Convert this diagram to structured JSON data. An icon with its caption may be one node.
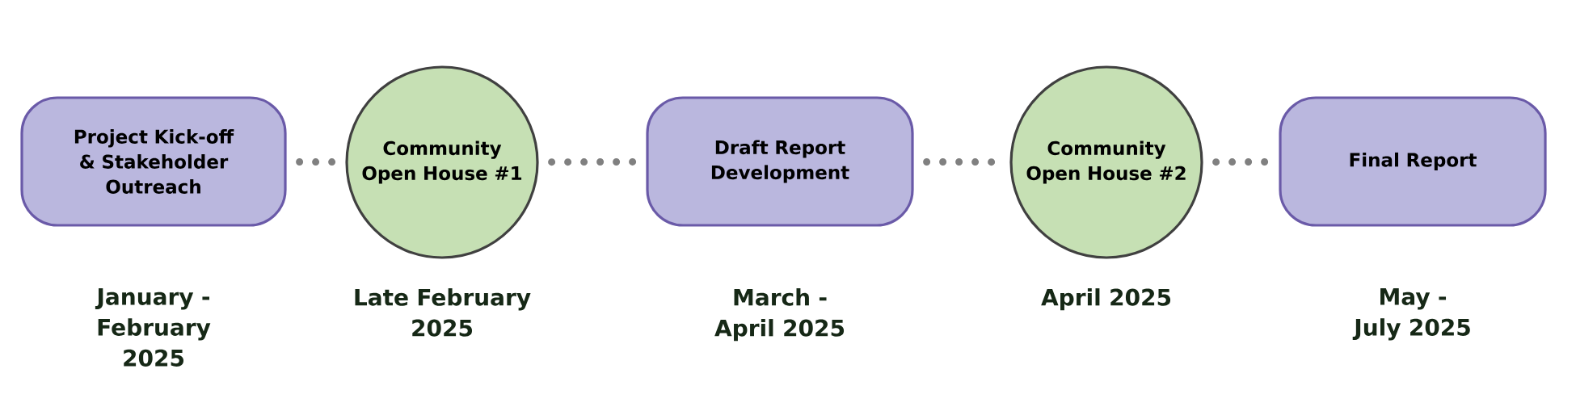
{
  "diagram": {
    "nodes": [
      {
        "text": [
          "Project Kick-off & Stakeholder Outreach"
        ],
        "beside": [
          "January - February 2025"
        ]
      },
      {
        "text": [
          "Community Open House #1"
        ],
        "beside": [
          "Late February 2025"
        ]
      },
      {
        "text": [
          "Draft Report Development"
        ],
        "beside": [
          "March - April 2025"
        ]
      },
      {
        "text": [
          "Community Open House #2"
        ],
        "beside": [
          "April 2025"
        ]
      },
      {
        "text": [
          "Final Report"
        ],
        "beside": [
          "May - July 2025"
        ]
      }
    ],
    "edges": [
      {
        "from": 0,
        "to": 1,
        "arrow": "none"
      },
      {
        "from": 1,
        "to": 2,
        "arrow": "none"
      },
      {
        "from": 2,
        "to": 3,
        "arrow": "none"
      },
      {
        "from": 3,
        "to": 4,
        "arrow": "none"
      }
    ]
  }
}
